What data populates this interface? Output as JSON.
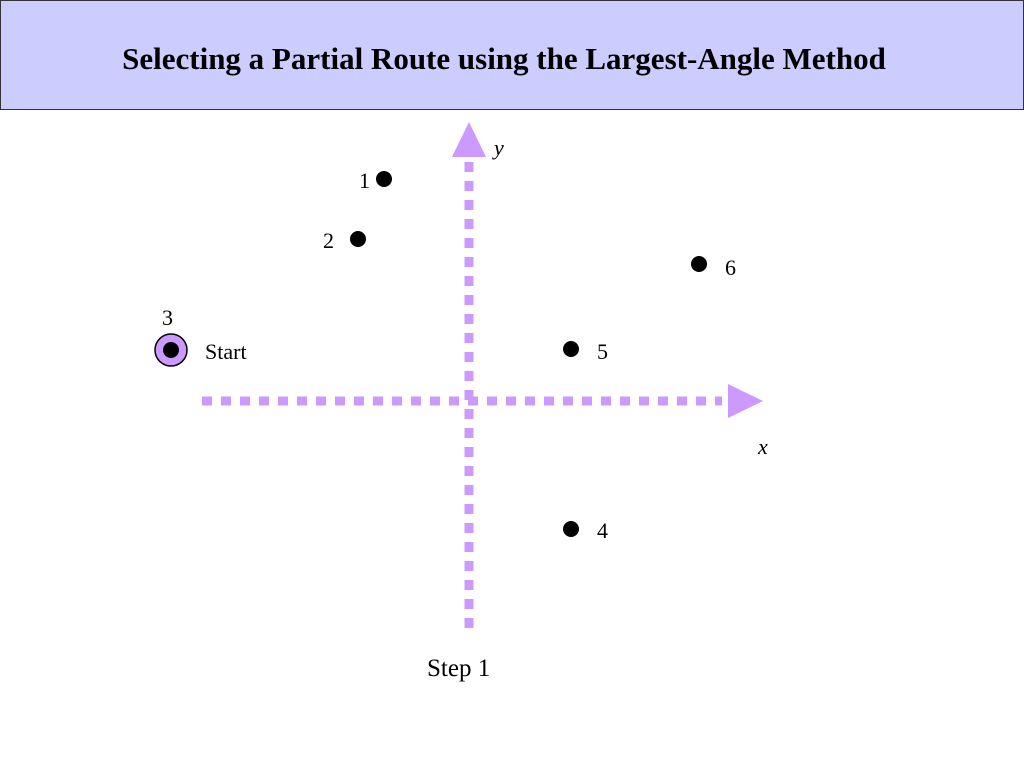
{
  "title": "Selecting a Partial Route using the Largest-Angle Method",
  "axes": {
    "x_label": "x",
    "y_label": "y"
  },
  "points": [
    {
      "label": "1"
    },
    {
      "label": "2"
    },
    {
      "label": "3"
    },
    {
      "label": "4"
    },
    {
      "label": "5"
    },
    {
      "label": "6"
    }
  ],
  "start_label": "Start",
  "step_label": "Step 1",
  "colors": {
    "header_bg": "#ccccff",
    "axis": "#cc99ff",
    "start_ring": "#cc99ff",
    "point": "#000000"
  }
}
